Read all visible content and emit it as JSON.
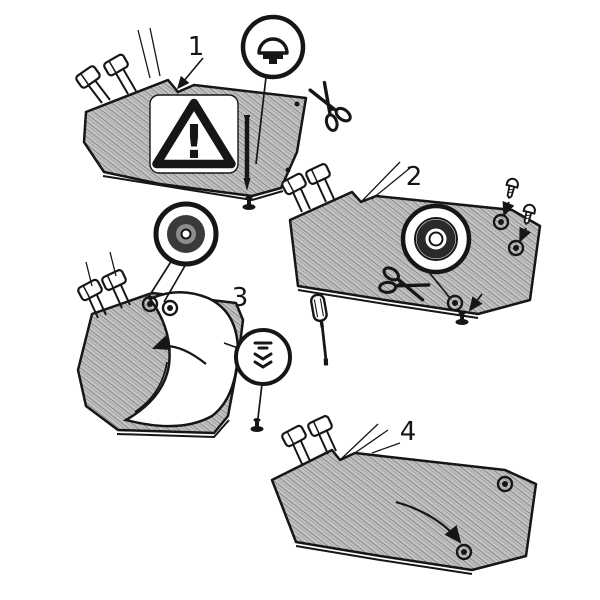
{
  "figure": {
    "type": "instruction-diagram",
    "background": "#ffffff",
    "ink": "#161616",
    "mat_shade": "#bdbdbd",
    "warning_mark": "!",
    "steps": [
      {
        "number": "1",
        "icons": [
          "dome-plug-callout-icon",
          "scissors-icon",
          "marker-pen-icon",
          "warning-triangle-icon",
          "locate-arrow-icon",
          "strap-buckle-icon"
        ]
      },
      {
        "number": "2",
        "icons": [
          "grommet-washer-callout-icon",
          "scissors-icon",
          "screw-icon",
          "screw-icon",
          "rivet-icon",
          "strap-buckle-icon"
        ]
      },
      {
        "number": "3",
        "icons": [
          "round-grommet-icon",
          "push-clip-callout-icon",
          "screwdriver-icon",
          "fold-back-arrow-icon",
          "strap-buckle-icon"
        ]
      },
      {
        "number": "4",
        "icons": [
          "placement-arrow-icon",
          "snap-fastener-icon",
          "snap-fastener-icon",
          "strap-buckle-icon"
        ]
      }
    ]
  }
}
